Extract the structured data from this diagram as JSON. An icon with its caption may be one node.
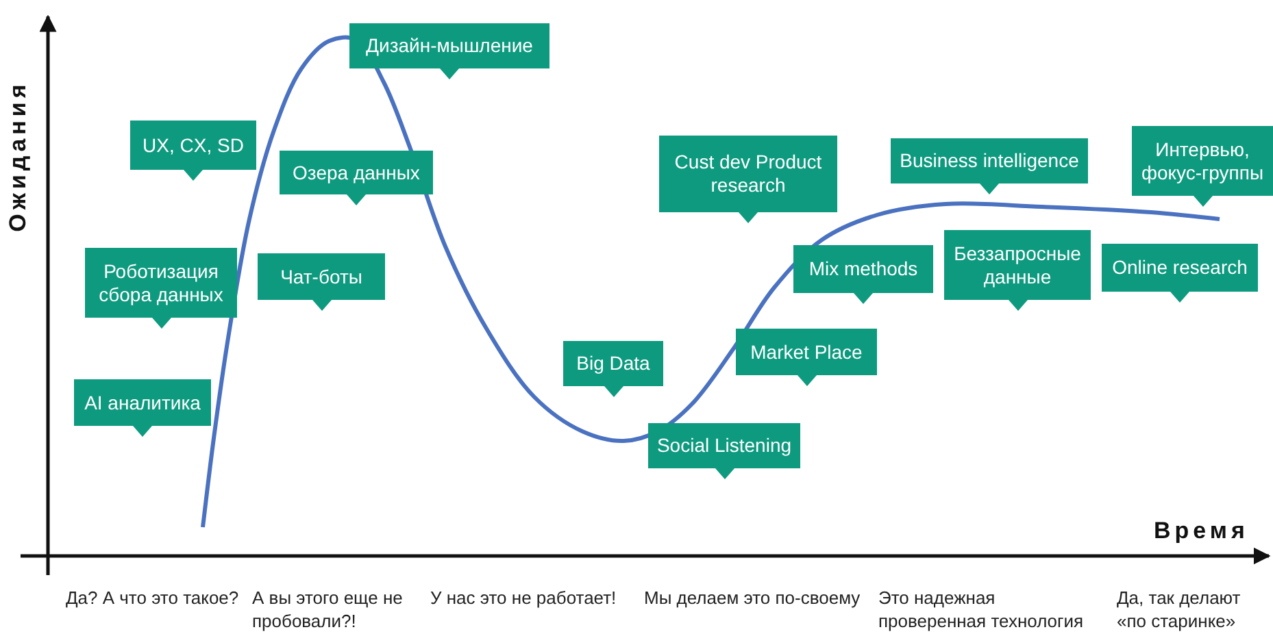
{
  "diagram": {
    "nodes": [
      {
        "text": [
          "AI аналитика"
        ]
      },
      {
        "text": [
          "Роботизация сбора данных"
        ]
      },
      {
        "text": [
          "UX, CX, SD"
        ]
      },
      {
        "text": [
          "Чат-боты"
        ]
      },
      {
        "text": [
          "Озера данных"
        ]
      },
      {
        "text": [
          "Дизайн-мышление"
        ]
      },
      {
        "text": [
          "Big Data"
        ]
      },
      {
        "text": [
          "Social Listening"
        ]
      },
      {
        "text": [
          "Cust dev Product research"
        ]
      },
      {
        "text": [
          "Market Place"
        ]
      },
      {
        "text": [
          "Mix methods"
        ]
      },
      {
        "text": [
          "Business intelligence"
        ]
      },
      {
        "text": [
          "Беззапросные данные"
        ]
      },
      {
        "text": [
          "Online research"
        ]
      },
      {
        "text": [
          "Интервью, фокус-группы"
        ]
      }
    ],
    "labels": [
      "Ожидания",
      "Время",
      "Да? А что это такое?",
      "А вы этого еще не пробовали?!",
      "У нас это не работает!",
      "Мы делаем это по-своему",
      "Это надежная проверенная технология",
      "Да, так делают «по старинке»"
    ]
  }
}
